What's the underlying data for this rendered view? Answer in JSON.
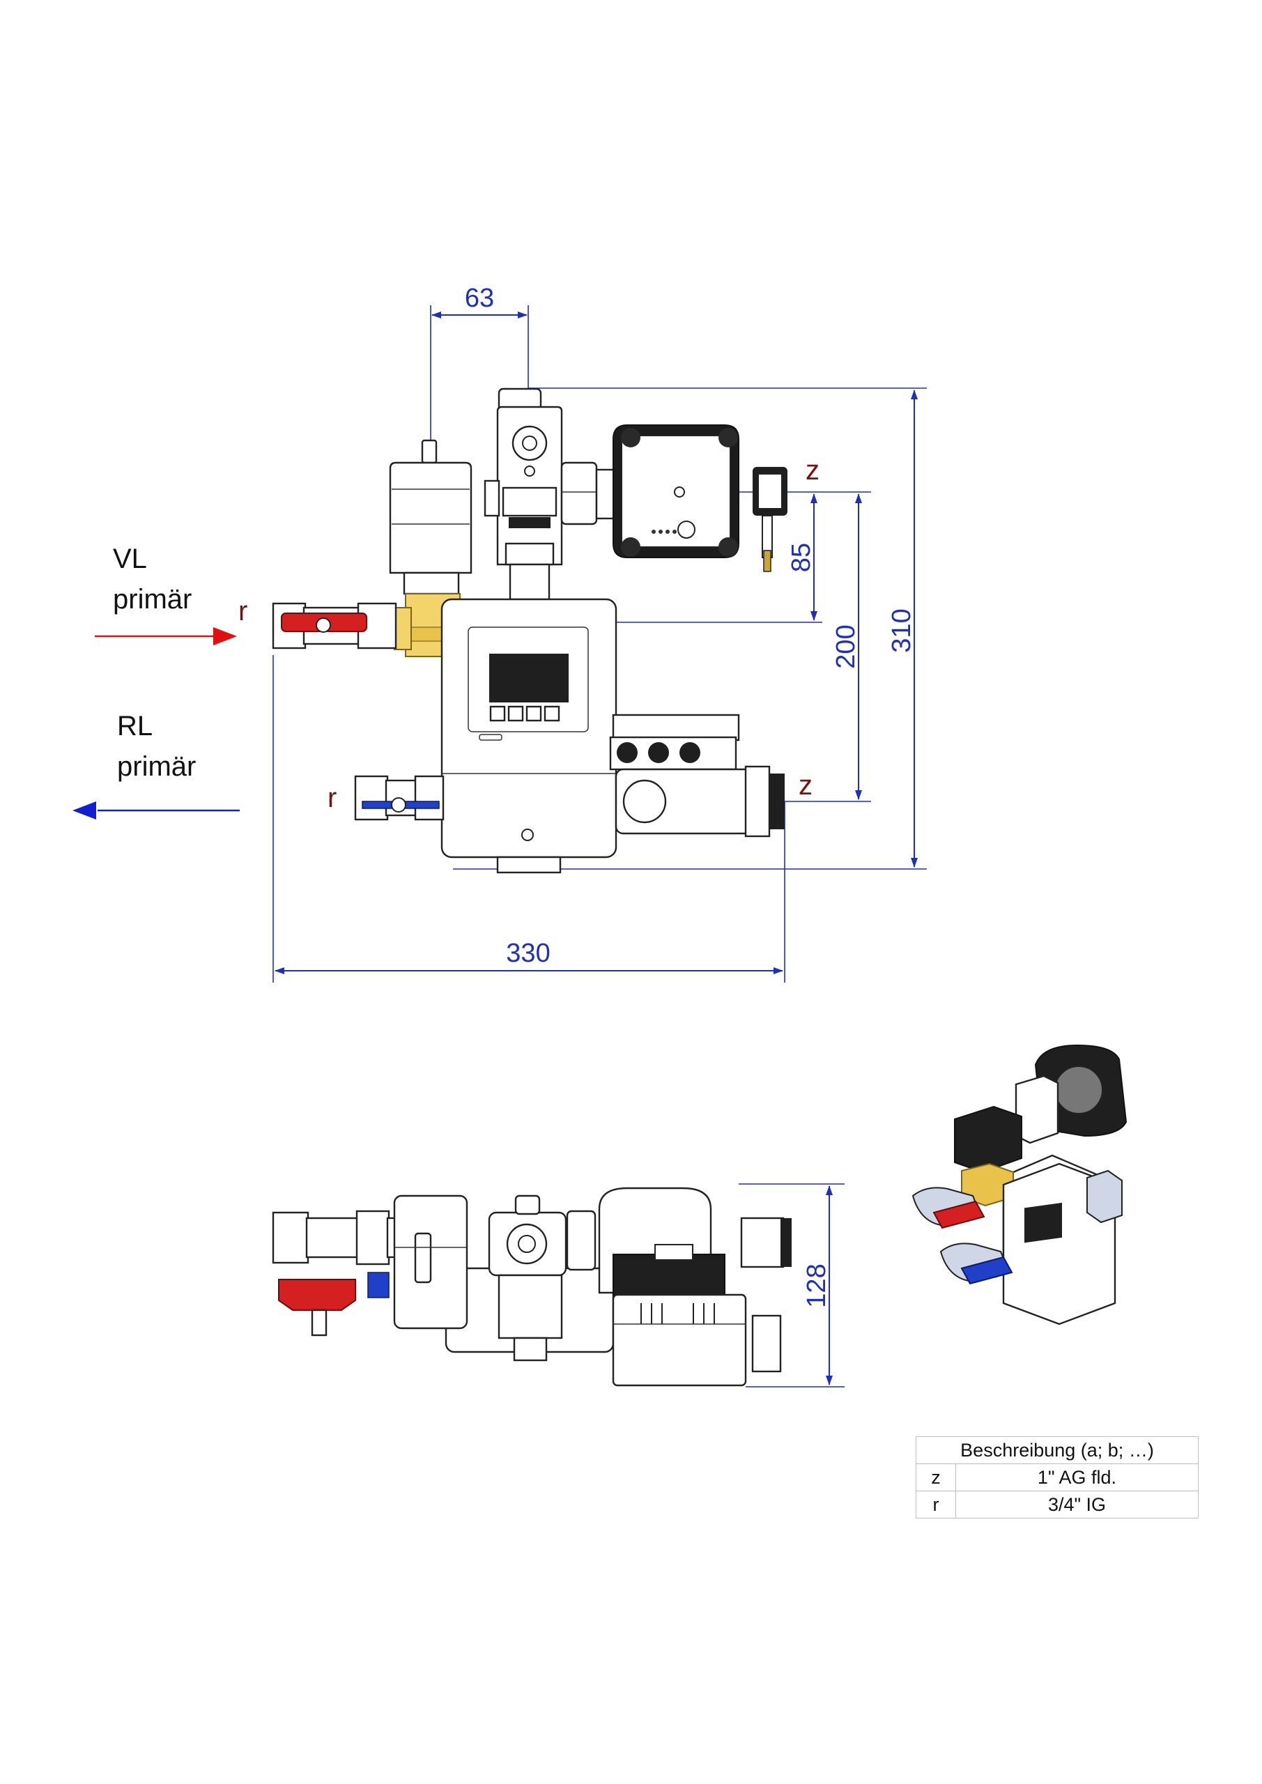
{
  "dimensions": {
    "width_top": "63",
    "pump_height": "85",
    "port_spacing": "200",
    "total_height": "310",
    "total_width": "330",
    "depth": "128"
  },
  "flow_labels": {
    "supply_line1": "VL",
    "supply_line2": "primär",
    "return_line1": "RL",
    "return_line2": "primär"
  },
  "port_labels": {
    "z_top": "z",
    "z_bottom": "z",
    "r_top": "r",
    "r_bottom": "r"
  },
  "legend": {
    "header": "Beschreibung (a; b; …)",
    "rows": [
      {
        "key": "z",
        "value": "1\" AG fld."
      },
      {
        "key": "r",
        "value": "3/4\" IG"
      }
    ]
  },
  "colors": {
    "dimension": "#1f2fb8",
    "supply_arrow": "#e01010",
    "return_arrow": "#1020d0",
    "port_label": "#7a1010",
    "valve_red": "#d42020",
    "valve_blue": "#2040c8",
    "brass": "#e8c24a"
  }
}
